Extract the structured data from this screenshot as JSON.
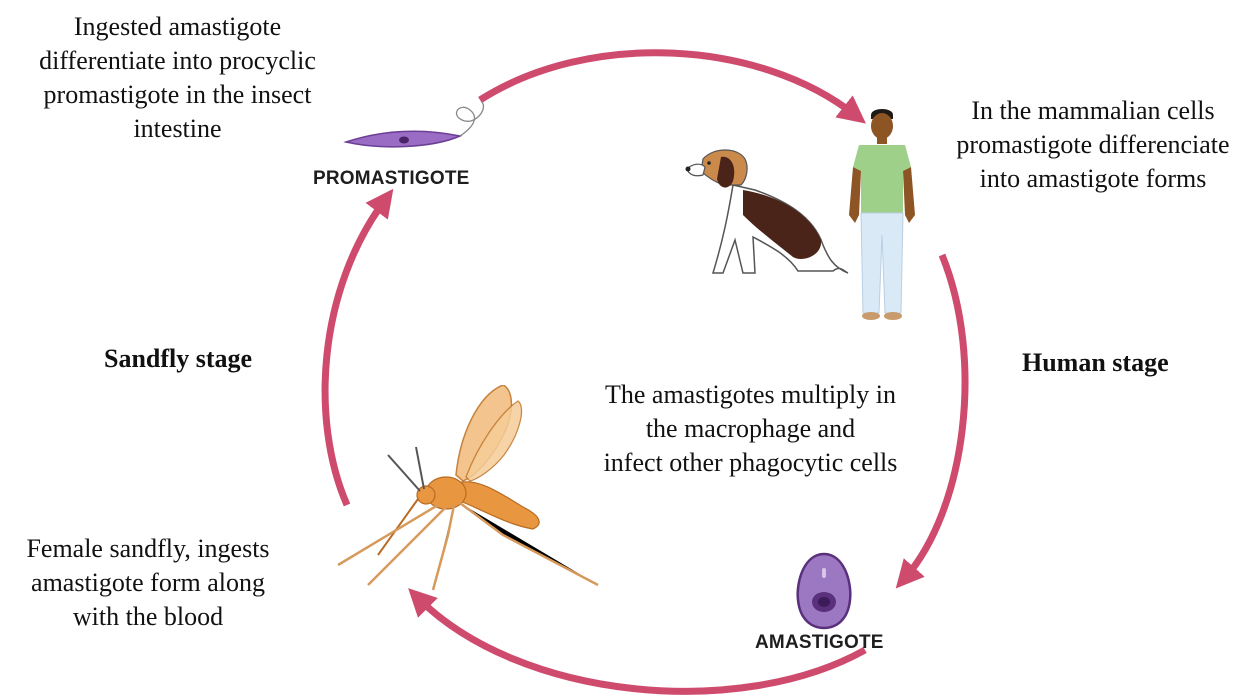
{
  "labels": {
    "top_left": "Ingested amastigote\ndifferentiate into procyclic\npromastigote in the insect\nintestine",
    "top_right": "In the mammalian cells\npromastigote differenciate\ninto amastigote forms",
    "center": "The amastigotes multiply in\nthe macrophage and\ninfect other phagocytic cells",
    "bottom_left": "Female sandfly, ingests\namastigote form along\nwith the blood",
    "sandfly_stage": "Sandfly stage",
    "human_stage": "Human stage",
    "promastigote": "PROMASTIGOTE",
    "amastigote": "AMASTIGOTE"
  },
  "colors": {
    "arrow": "#cf4b6e",
    "promastigote_body": "#9b6cc4",
    "amastigote_body": "#9c78c2",
    "amastigote_nucleus": "#5a2f7c",
    "sandfly_body": "#e8963f",
    "human_shirt": "#9fd08a",
    "human_pants": "#d9e9f6",
    "human_skin": "#8d5524",
    "dog_brown": "#4a2418",
    "dog_tan": "#c98a4b"
  },
  "icons": {
    "promastigote": "promastigote-icon",
    "amastigote": "amastigote-icon",
    "sandfly": "sandfly-icon",
    "dog": "dog-icon",
    "human": "human-icon"
  }
}
